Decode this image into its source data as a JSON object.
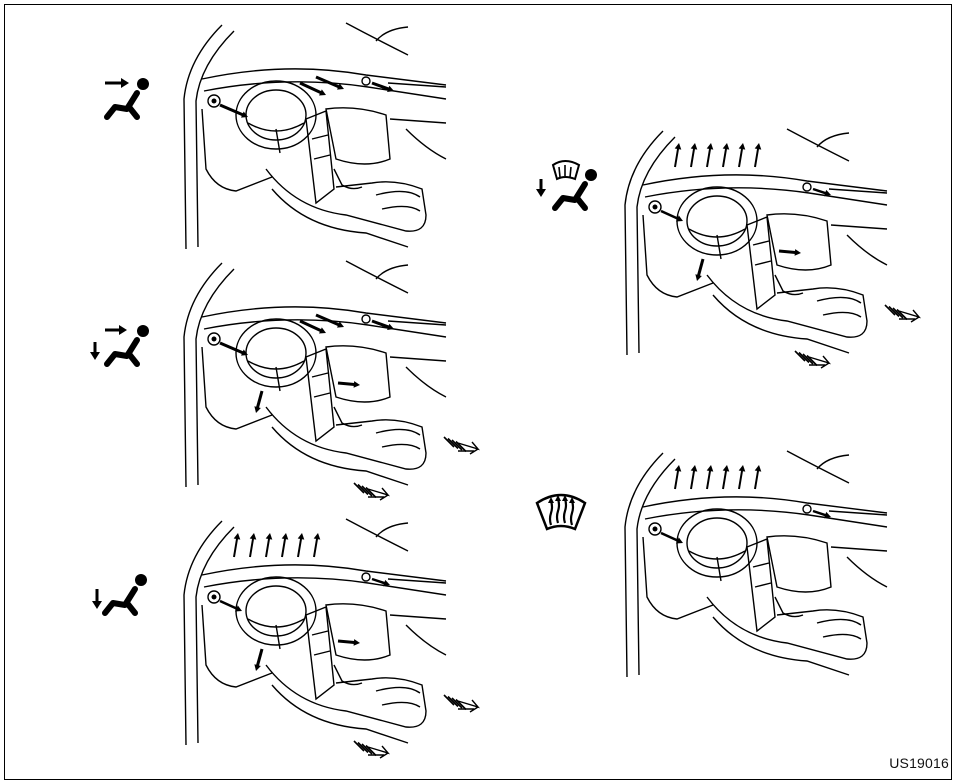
{
  "figure": {
    "code": "US19016",
    "panels": [
      {
        "mode_icon": "face-vent-icon",
        "outlets": [
          "face"
        ]
      },
      {
        "mode_icon": "bi-level-icon",
        "outlets": [
          "face",
          "foot"
        ]
      },
      {
        "mode_icon": "foot-icon",
        "outlets": [
          "defrost",
          "foot"
        ]
      },
      {
        "mode_icon": "foot-defrost-icon",
        "outlets": [
          "defrost",
          "foot"
        ]
      },
      {
        "mode_icon": "defrost-icon",
        "outlets": [
          "defrost"
        ]
      }
    ]
  }
}
